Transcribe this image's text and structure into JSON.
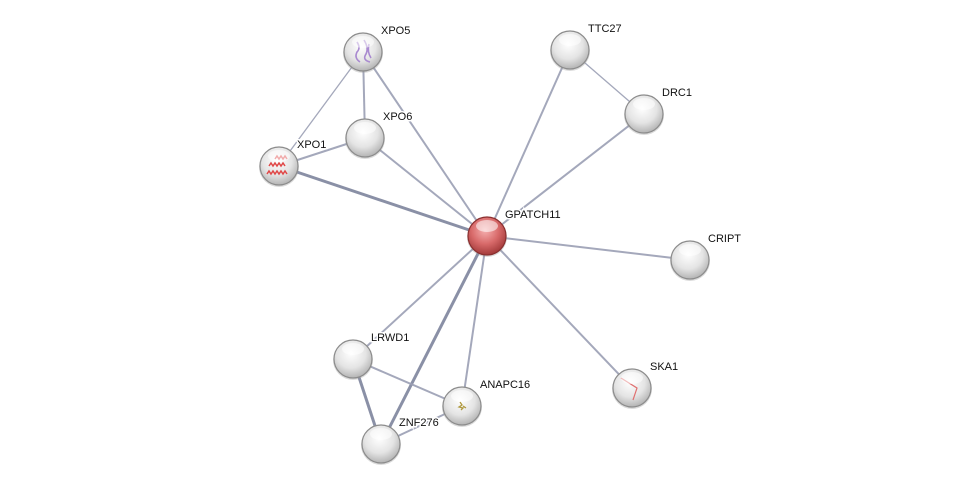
{
  "network": {
    "nodes": [
      {
        "id": "GPATCH11",
        "label": "GPATCH11",
        "query": true
      },
      {
        "id": "XPO5",
        "label": "XPO5",
        "structure": "purple"
      },
      {
        "id": "XPO6",
        "label": "XPO6"
      },
      {
        "id": "XPO1",
        "label": "XPO1",
        "structure": "red"
      },
      {
        "id": "TTC27",
        "label": "TTC27"
      },
      {
        "id": "DRC1",
        "label": "DRC1"
      },
      {
        "id": "CRIPT",
        "label": "CRIPT"
      },
      {
        "id": "SKA1",
        "label": "SKA1",
        "structure": "redline"
      },
      {
        "id": "LRWD1",
        "label": "LRWD1"
      },
      {
        "id": "ANAPC16",
        "label": "ANAPC16",
        "structure": "gold"
      },
      {
        "id": "ZNF276",
        "label": "ZNF276"
      }
    ],
    "edges": [
      {
        "from": "XPO5",
        "to": "XPO1",
        "weight": 1
      },
      {
        "from": "XPO5",
        "to": "XPO6",
        "weight": 2
      },
      {
        "from": "XPO5",
        "to": "GPATCH11",
        "weight": 2
      },
      {
        "from": "XPO6",
        "to": "XPO1",
        "weight": 2
      },
      {
        "from": "XPO6",
        "to": "GPATCH11",
        "weight": 2
      },
      {
        "from": "XPO1",
        "to": "GPATCH11",
        "weight": 3
      },
      {
        "from": "TTC27",
        "to": "DRC1",
        "weight": 1
      },
      {
        "from": "TTC27",
        "to": "GPATCH11",
        "weight": 2
      },
      {
        "from": "DRC1",
        "to": "GPATCH11",
        "weight": 2
      },
      {
        "from": "CRIPT",
        "to": "GPATCH11",
        "weight": 2
      },
      {
        "from": "SKA1",
        "to": "GPATCH11",
        "weight": 2
      },
      {
        "from": "LRWD1",
        "to": "GPATCH11",
        "weight": 2
      },
      {
        "from": "ANAPC16",
        "to": "GPATCH11",
        "weight": 2
      },
      {
        "from": "ZNF276",
        "to": "GPATCH11",
        "weight": 3
      },
      {
        "from": "LRWD1",
        "to": "ANAPC16",
        "weight": 2
      },
      {
        "from": "LRWD1",
        "to": "ZNF276",
        "weight": 3
      },
      {
        "from": "ZNF276",
        "to": "ANAPC16",
        "weight": 2
      }
    ],
    "colors": {
      "edge": "#9a9fb4",
      "node": "#e2e2e2",
      "query_node": "#d86a6a"
    }
  }
}
